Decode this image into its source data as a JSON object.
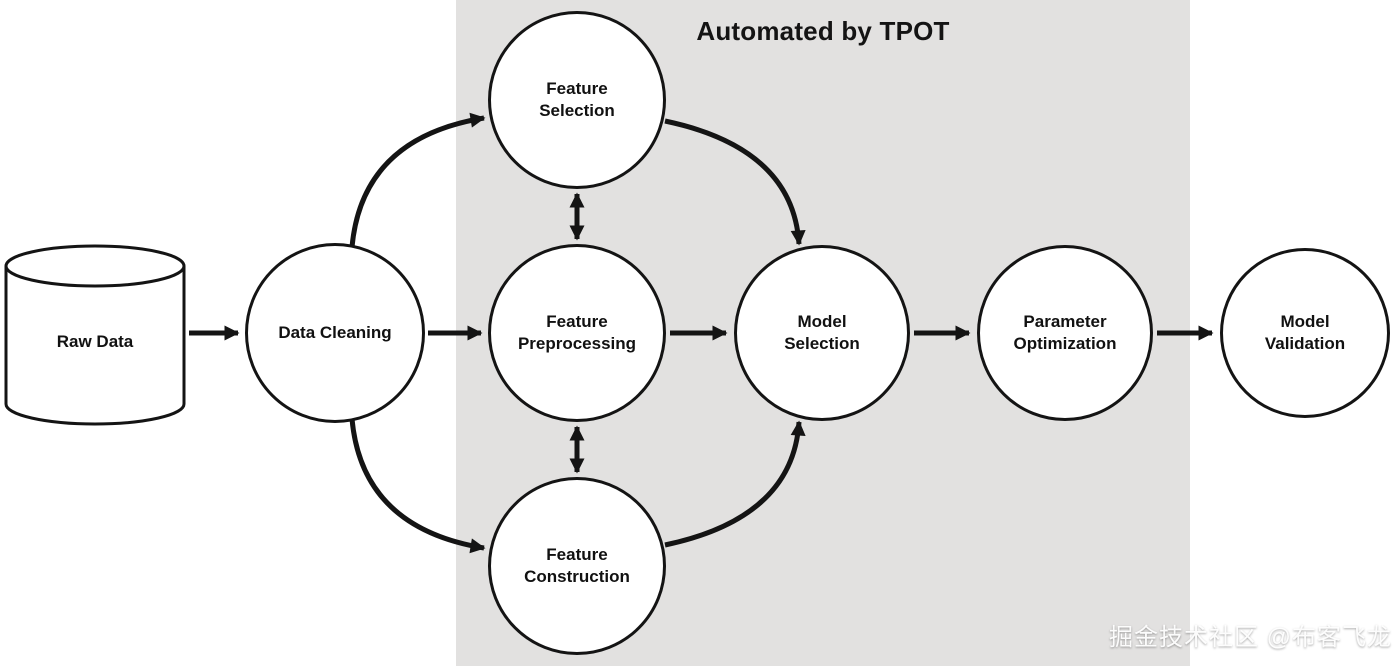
{
  "diagram": {
    "title": "Automated by TPOT",
    "watermark": "掘金技术社区 @布客飞龙",
    "colors": {
      "automated_region_bg": "#e2e1e0",
      "node_fill": "#ffffff",
      "stroke": "#141414"
    },
    "nodes": [
      {
        "id": "raw-data",
        "label": "Raw Data",
        "shape": "cylinder"
      },
      {
        "id": "data-cleaning",
        "label": "Data Cleaning",
        "shape": "circle"
      },
      {
        "id": "feature-selection",
        "label": "Feature\nSelection",
        "shape": "circle"
      },
      {
        "id": "feature-preprocessing",
        "label": "Feature\nPreprocessing",
        "shape": "circle"
      },
      {
        "id": "feature-construction",
        "label": "Feature\nConstruction",
        "shape": "circle"
      },
      {
        "id": "model-selection",
        "label": "Model\nSelection",
        "shape": "circle"
      },
      {
        "id": "parameter-optimization",
        "label": "Parameter\nOptimization",
        "shape": "circle"
      },
      {
        "id": "model-validation",
        "label": "Model\nValidation",
        "shape": "circle"
      }
    ],
    "edges": [
      {
        "from": "raw-data",
        "to": "data-cleaning",
        "bidirectional": false
      },
      {
        "from": "data-cleaning",
        "to": "feature-selection",
        "bidirectional": false
      },
      {
        "from": "data-cleaning",
        "to": "feature-preprocessing",
        "bidirectional": false
      },
      {
        "from": "data-cleaning",
        "to": "feature-construction",
        "bidirectional": false
      },
      {
        "from": "feature-selection",
        "to": "feature-preprocessing",
        "bidirectional": true
      },
      {
        "from": "feature-preprocessing",
        "to": "feature-construction",
        "bidirectional": true
      },
      {
        "from": "feature-selection",
        "to": "model-selection",
        "bidirectional": false
      },
      {
        "from": "feature-preprocessing",
        "to": "model-selection",
        "bidirectional": false
      },
      {
        "from": "feature-construction",
        "to": "model-selection",
        "bidirectional": false
      },
      {
        "from": "model-selection",
        "to": "parameter-optimization",
        "bidirectional": false
      },
      {
        "from": "parameter-optimization",
        "to": "model-validation",
        "bidirectional": false
      }
    ]
  }
}
